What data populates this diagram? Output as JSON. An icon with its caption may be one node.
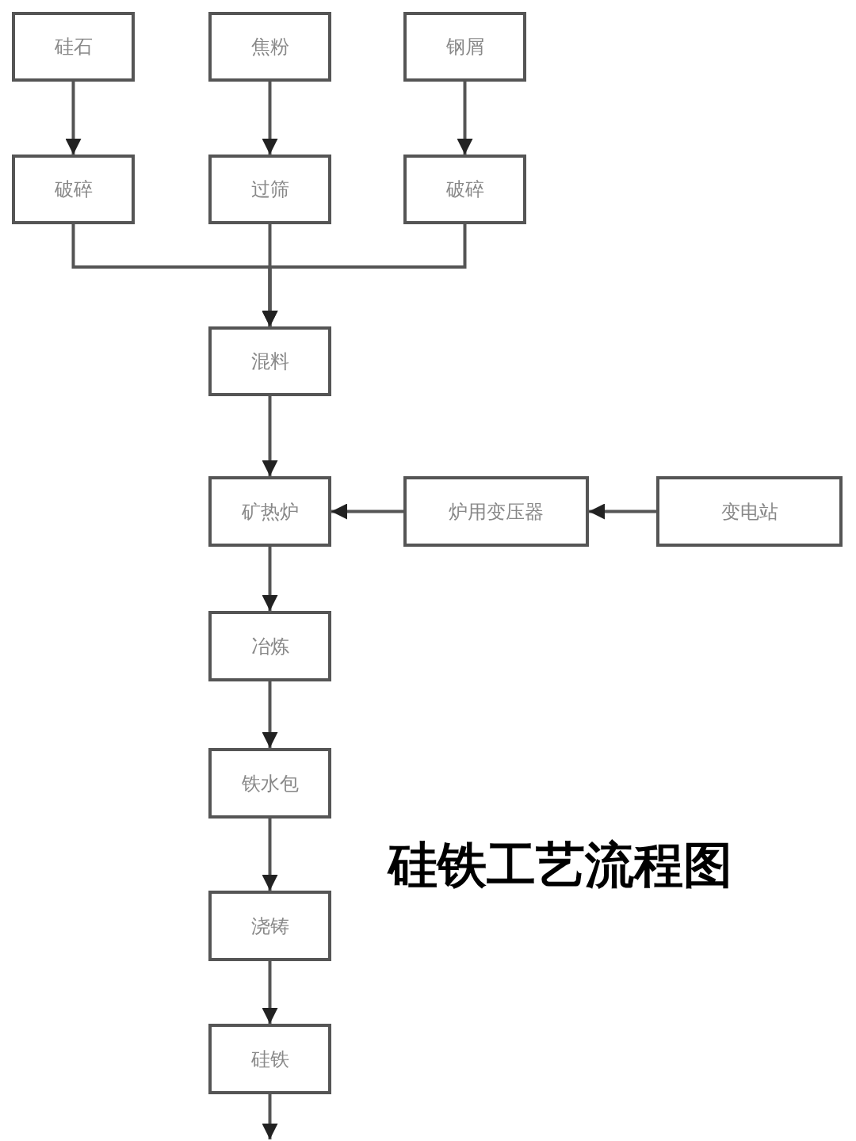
{
  "diagram": {
    "title": "硅铁工艺流程图",
    "nodes": [
      {
        "text": [
          "硅石"
        ]
      },
      {
        "text": [
          "焦粉"
        ]
      },
      {
        "text": [
          "钢屑"
        ]
      },
      {
        "text": [
          "破碎"
        ]
      },
      {
        "text": [
          "过筛"
        ]
      },
      {
        "text": [
          "破碎"
        ]
      },
      {
        "text": [
          "混料"
        ]
      },
      {
        "text": [
          "矿热炉"
        ]
      },
      {
        "text": [
          "炉用变压器"
        ]
      },
      {
        "text": [
          "变电站"
        ]
      },
      {
        "text": [
          "冶炼"
        ]
      },
      {
        "text": [
          "铁水包"
        ]
      },
      {
        "text": [
          "浇铸"
        ]
      },
      {
        "text": [
          "硅铁"
        ]
      }
    ],
    "edges": [
      {
        "from": 0,
        "to": 3,
        "arrow": "to"
      },
      {
        "from": 1,
        "to": 4,
        "arrow": "to"
      },
      {
        "from": 2,
        "to": 5,
        "arrow": "to"
      },
      {
        "from": 3,
        "to": 6,
        "arrow": "to"
      },
      {
        "from": 4,
        "to": 6,
        "arrow": "to"
      },
      {
        "from": 5,
        "to": 6,
        "arrow": "to"
      },
      {
        "from": 6,
        "to": 7,
        "arrow": "to"
      },
      {
        "from": 9,
        "to": 8,
        "arrow": "to"
      },
      {
        "from": 8,
        "to": 7,
        "arrow": "to"
      },
      {
        "from": 7,
        "to": 10,
        "arrow": "to"
      },
      {
        "from": 10,
        "to": 11,
        "arrow": "to"
      },
      {
        "from": 11,
        "to": 12,
        "arrow": "to"
      },
      {
        "from": 12,
        "to": 13,
        "arrow": "to"
      },
      {
        "from": 13,
        "to": null,
        "arrow": "to"
      }
    ]
  }
}
